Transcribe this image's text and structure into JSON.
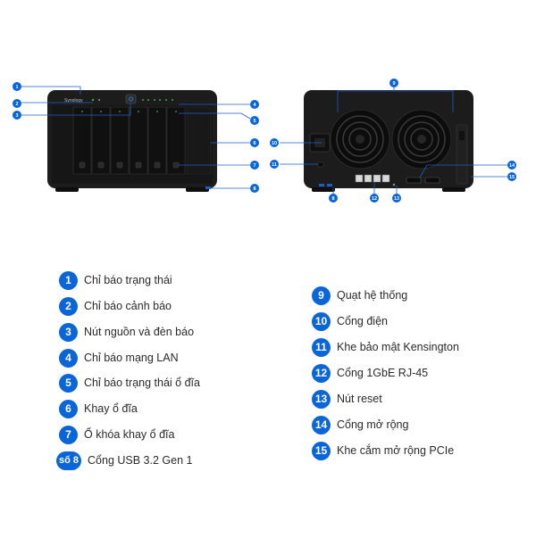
{
  "device": {
    "brand_label": "Synology",
    "accent": "#0a66d8",
    "chassis_color": "#1c1c1c"
  },
  "callouts": {
    "front": [
      "1",
      "2",
      "3",
      "4",
      "5",
      "6",
      "7",
      "8"
    ],
    "rear": [
      "9",
      "10",
      "11",
      "8",
      "12",
      "13",
      "14",
      "15"
    ]
  },
  "legend": {
    "left": [
      {
        "num": "1",
        "label": "Chỉ báo trạng thái"
      },
      {
        "num": "2",
        "label": "Chỉ báo cảnh báo"
      },
      {
        "num": "3",
        "label": "Nút nguồn và đèn báo"
      },
      {
        "num": "4",
        "label": "Chỉ báo mạng LAN"
      },
      {
        "num": "5",
        "label": "Chỉ báo trạng thái ổ đĩa"
      },
      {
        "num": "6",
        "label": "Khay ổ đĩa"
      },
      {
        "num": "7",
        "label": "Ổ khóa khay ổ đĩa"
      },
      {
        "num": "số 8",
        "label": "Cổng USB 3.2 Gen 1"
      }
    ],
    "right": [
      {
        "num": "9",
        "label": "Quạt hệ thống"
      },
      {
        "num": "10",
        "label": "Cổng điện"
      },
      {
        "num": "11",
        "label": "Khe bảo mật Kensington"
      },
      {
        "num": "12",
        "label": "Cổng 1GbE RJ-45"
      },
      {
        "num": "13",
        "label": "Nút reset"
      },
      {
        "num": "14",
        "label": "Cổng mở rộng"
      },
      {
        "num": "15",
        "label": "Khe cắm mở rộng PCIe"
      }
    ]
  }
}
